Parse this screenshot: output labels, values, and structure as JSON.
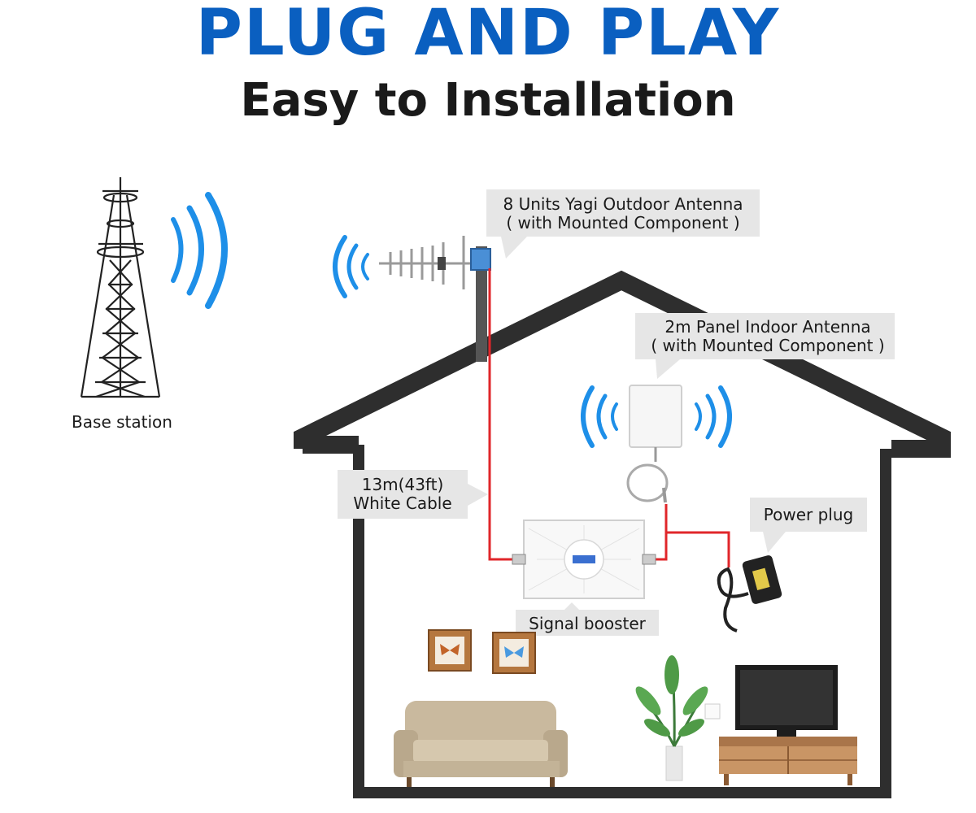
{
  "title": "PLUG AND PLAY",
  "subtitle": "Easy to Installation",
  "colors": {
    "title": "#0a5fc0",
    "waves": "#1e8fe8",
    "cable": "#e0262a",
    "house": "#2e2e2e",
    "callout": "#e6e6e6"
  },
  "labels": {
    "base_station": "Base station",
    "yagi_line1": "8 Units Yagi Outdoor Antenna",
    "yagi_line2": "( with Mounted Component )",
    "panel_line1": "2m Panel Indoor Antenna",
    "panel_line2": "( with Mounted Component )",
    "cable_line1": "13m(43ft)",
    "cable_line2": "White Cable",
    "power_plug": "Power plug",
    "signal_booster": "Signal booster"
  },
  "icons": [
    "cell-tower-icon",
    "signal-waves-icon",
    "yagi-antenna-icon",
    "panel-antenna-icon",
    "signal-booster-icon",
    "power-adapter-icon",
    "butterfly-frame-icon",
    "sofa-icon",
    "plant-icon",
    "tv-icon",
    "wall-socket-icon"
  ]
}
